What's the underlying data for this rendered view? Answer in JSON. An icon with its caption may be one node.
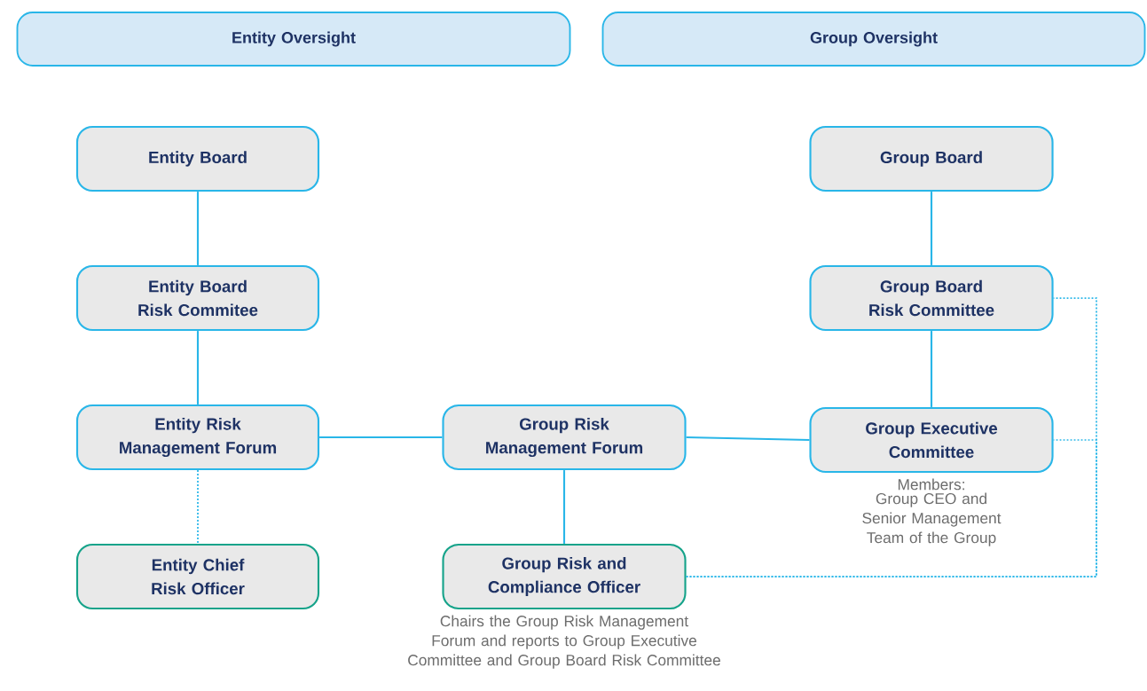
{
  "diagram": {
    "nodes": [
      {
        "text": [
          "Entity Oversight"
        ]
      },
      {
        "text": [
          "Group Oversight"
        ]
      },
      {
        "text": [
          "Entity Board"
        ]
      },
      {
        "text": [
          "Entity Board Risk Commitee"
        ]
      },
      {
        "text": [
          "Entity Risk Management Forum"
        ]
      },
      {
        "text": [
          "Entity Chief Risk Officer"
        ]
      },
      {
        "text": [
          "Group Risk Management Forum"
        ]
      },
      {
        "text": [
          "Group Risk and Compliance Officer"
        ],
        "beside": [
          "Chairs the Group Risk Management Forum and reports to Group Executive Committee and Group Board Risk Committee"
        ]
      },
      {
        "text": [
          "Group Board"
        ]
      },
      {
        "text": [
          "Group Board Risk Committee"
        ]
      },
      {
        "text": [
          "Group Executive Committee"
        ],
        "beside": [
          "Members:",
          "Group CEO and Senior Management Team of the Group"
        ]
      }
    ],
    "edges": [
      {
        "from": 2,
        "to": 3,
        "arrow": "none"
      },
      {
        "from": 3,
        "to": 4,
        "arrow": "none"
      },
      {
        "from": 4,
        "to": 5,
        "arrow": "none",
        "style": "dashed"
      },
      {
        "from": 4,
        "to": 6,
        "arrow": "none"
      },
      {
        "from": 6,
        "to": 10,
        "arrow": "none"
      },
      {
        "from": 6,
        "to": 7,
        "arrow": "none"
      },
      {
        "from": 8,
        "to": 9,
        "arrow": "none"
      },
      {
        "from": 9,
        "to": 10,
        "arrow": "none"
      },
      {
        "from": 7,
        "to": 9,
        "arrow": "none",
        "style": "dashed"
      },
      {
        "from": 7,
        "to": 10,
        "arrow": "none",
        "style": "dashed"
      }
    ]
  }
}
